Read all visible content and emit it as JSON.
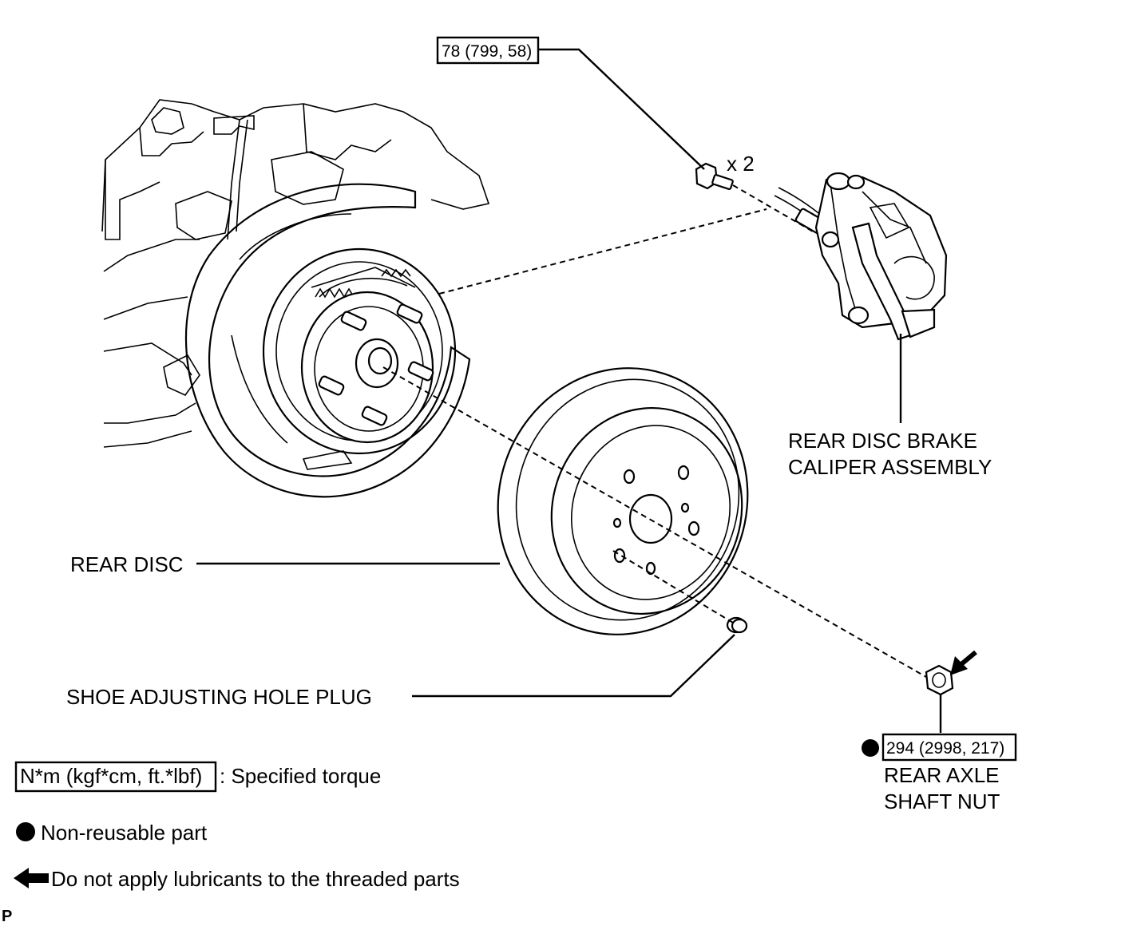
{
  "callouts": {
    "bolt_torque": "78 (799, 58)",
    "bolt_quantity": "x 2",
    "caliper_line1": "REAR DISC BRAKE",
    "caliper_line2": "CALIPER ASSEMBLY",
    "rear_disc": "REAR DISC",
    "hole_plug": "SHOE ADJUSTING HOLE PLUG",
    "nut_torque": "294 (2998, 217)",
    "nut_line1": "REAR AXLE",
    "nut_line2": "SHAFT NUT"
  },
  "legend": {
    "torque_box": "N*m (kgf*cm, ft.*lbf)",
    "torque_text": ": Specified torque",
    "non_reusable_text": "Non-reusable part",
    "no_lube_text": "Do not apply lubricants to the threaded parts"
  },
  "corner_mark": "P"
}
